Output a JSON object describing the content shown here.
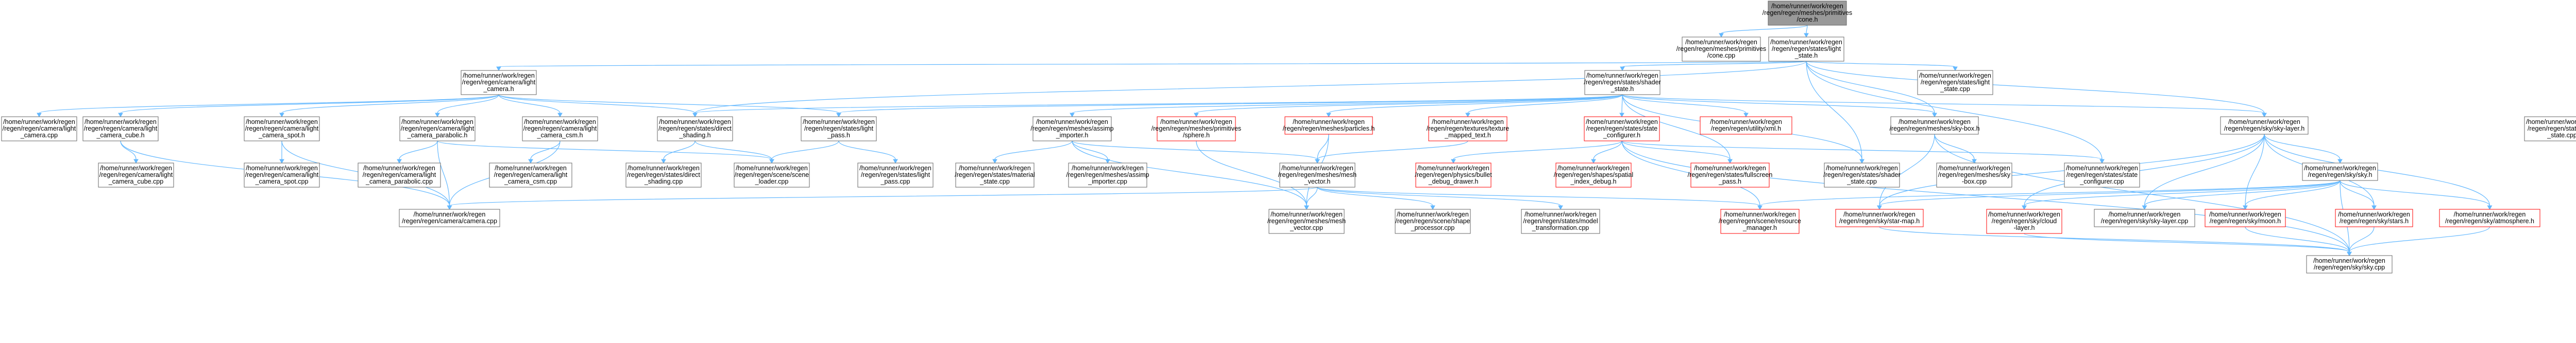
{
  "colors": {
    "root_fill": "#999999",
    "root_stroke": "#666666",
    "normal_fill": "#ffffff",
    "normal_stroke": "#666666",
    "external_stroke": "#ff0000",
    "edge": "#63b8ff",
    "text": "#000000"
  },
  "nodes": [
    {
      "id": "primitives-cone-h",
      "lines": [
        "/home/runner/work/regen",
        "/regen/regen/meshes/primitives",
        "/cone.h"
      ],
      "kind": "root"
    },
    {
      "id": "primitives-cone-cpp",
      "lines": [
        "/home/runner/work/regen",
        "/regen/regen/meshes/primitives",
        "/cone.cpp"
      ],
      "kind": "normal"
    },
    {
      "id": "states-light-state-h",
      "lines": [
        "/home/runner/work/regen",
        "/regen/regen/states/light",
        "_state.h"
      ],
      "kind": "normal"
    },
    {
      "id": "camera-light-camera-h",
      "lines": [
        "/home/runner/work/regen",
        "/regen/regen/camera/light",
        "_camera.h"
      ],
      "kind": "normal"
    },
    {
      "id": "states-shader-state-h",
      "lines": [
        "/home/runner/work/regen",
        "/regen/regen/states/shader",
        "_state.h"
      ],
      "kind": "normal"
    },
    {
      "id": "light-state-cpp",
      "lines": [
        "/home/runner/work/regen",
        "/regen/regen/states/light",
        "_state.cpp"
      ],
      "kind": "normal"
    },
    {
      "id": "light-camera-cpp",
      "lines": [
        "/home/runner/work/regen",
        "/regen/regen/camera/light",
        "_camera.cpp"
      ],
      "kind": "normal"
    },
    {
      "id": "light-camera-cube-h",
      "lines": [
        "/home/runner/work/regen",
        "/regen/regen/camera/light",
        "_camera_cube.h"
      ],
      "kind": "normal"
    },
    {
      "id": "light-camera-spot-h",
      "lines": [
        "/home/runner/work/regen",
        "/regen/regen/camera/light",
        "_camera_spot.h"
      ],
      "kind": "normal"
    },
    {
      "id": "light-camera-parabolic-h",
      "lines": [
        "/home/runner/work/regen",
        "/regen/regen/camera/light",
        "_camera_parabolic.h"
      ],
      "kind": "normal"
    },
    {
      "id": "light-camera-csm-h",
      "lines": [
        "/home/runner/work/regen",
        "/regen/regen/camera/light",
        "_camera_csm.h"
      ],
      "kind": "normal"
    },
    {
      "id": "direct-shading-h",
      "lines": [
        "/home/runner/work/regen",
        "/regen/regen/states/direct",
        "_shading.h"
      ],
      "kind": "normal"
    },
    {
      "id": "light-pass-h",
      "lines": [
        "/home/runner/work/regen",
        "/regen/regen/states/light",
        "_pass.h"
      ],
      "kind": "normal"
    },
    {
      "id": "assimp-importer-h",
      "lines": [
        "/home/runner/work/regen",
        "/regen/regen/meshes/assimp",
        "_importer.h"
      ],
      "kind": "normal"
    },
    {
      "id": "primitives-sphere-h",
      "lines": [
        "/home/runner/work/regen",
        "/regen/regen/meshes/primitives",
        "/sphere.h"
      ],
      "kind": "external"
    },
    {
      "id": "particles-h",
      "lines": [
        "/home/runner/work/regen",
        "/regen/regen/meshes/particles.h"
      ],
      "kind": "external"
    },
    {
      "id": "texture-mapped-text-h",
      "lines": [
        "/home/runner/work/regen",
        "/regen/regen/textures/texture",
        "_mapped_text.h"
      ],
      "kind": "external"
    },
    {
      "id": "state-configurer-h",
      "lines": [
        "/home/runner/work/regen",
        "/regen/regen/states/state",
        "_configurer.h"
      ],
      "kind": "external"
    },
    {
      "id": "xml-h",
      "lines": [
        "/home/runner/work/regen",
        "/regen/regen/utility/xml.h"
      ],
      "kind": "external"
    },
    {
      "id": "sky-box-h",
      "lines": [
        "/home/runner/work/regen",
        "/regen/regen/meshes/sky-box.h"
      ],
      "kind": "normal"
    },
    {
      "id": "sky-layer-h",
      "lines": [
        "/home/runner/work/regen",
        "/regen/regen/sky/sky-layer.h"
      ],
      "kind": "normal"
    },
    {
      "id": "light-state-cpp-right",
      "lines": [
        "/home/runner/work/regen",
        "/regen/regen/states/light",
        "_state.cpp"
      ],
      "kind": "normal"
    },
    {
      "id": "light-camera-cube-cpp",
      "lines": [
        "/home/runner/work/regen",
        "/regen/regen/camera/light",
        "_camera_cube.cpp"
      ],
      "kind": "normal"
    },
    {
      "id": "light-camera-spot-cpp",
      "lines": [
        "/home/runner/work/regen",
        "/regen/regen/camera/light",
        "_camera_spot.cpp"
      ],
      "kind": "normal"
    },
    {
      "id": "light-camera-parabolic-cpp",
      "lines": [
        "/home/runner/work/regen",
        "/regen/regen/camera/light",
        "_camera_parabolic.cpp"
      ],
      "kind": "normal"
    },
    {
      "id": "light-camera-csm-cpp",
      "lines": [
        "/home/runner/work/regen",
        "/regen/regen/camera/light",
        "_camera_csm.cpp"
      ],
      "kind": "normal"
    },
    {
      "id": "direct-shading-cpp",
      "lines": [
        "/home/runner/work/regen",
        "/regen/regen/states/direct",
        "_shading.cpp"
      ],
      "kind": "normal"
    },
    {
      "id": "scene-loader-cpp",
      "lines": [
        "/home/runner/work/regen",
        "/regen/regen/scene/scene",
        "_loader.cpp"
      ],
      "kind": "normal"
    },
    {
      "id": "light-pass-cpp",
      "lines": [
        "/home/runner/work/regen",
        "/regen/regen/states/light",
        "_pass.cpp"
      ],
      "kind": "normal"
    },
    {
      "id": "material-state-cpp",
      "lines": [
        "/home/runner/work/regen",
        "/regen/regen/states/material",
        "_state.cpp"
      ],
      "kind": "normal"
    },
    {
      "id": "assimp-importer-cpp",
      "lines": [
        "/home/runner/work/regen",
        "/regen/regen/meshes/assimp",
        "_importer.cpp"
      ],
      "kind": "normal"
    },
    {
      "id": "mesh-vector-h",
      "lines": [
        "/home/runner/work/regen",
        "/regen/regen/meshes/mesh",
        "_vector.h"
      ],
      "kind": "normal"
    },
    {
      "id": "bullet-debug-drawer-h",
      "lines": [
        "/home/runner/work/regen",
        "/regen/regen/physics/bullet",
        "_debug_drawer.h"
      ],
      "kind": "external"
    },
    {
      "id": "spatial-index-debug-h",
      "lines": [
        "/home/runner/work/regen",
        "/regen/regen/shapes/spatial",
        "_index_debug.h"
      ],
      "kind": "external"
    },
    {
      "id": "fullscreen-pass-h",
      "lines": [
        "/home/runner/work/regen",
        "/regen/regen/states/fullscreen",
        "_pass.h"
      ],
      "kind": "external"
    },
    {
      "id": "shader-state-cpp",
      "lines": [
        "/home/runner/work/regen",
        "/regen/regen/states/shader",
        "_state.cpp"
      ],
      "kind": "normal"
    },
    {
      "id": "sky-box-cpp",
      "lines": [
        "/home/runner/work/regen",
        "/regen/regen/meshes/sky",
        "-box.cpp"
      ],
      "kind": "normal"
    },
    {
      "id": "state-configurer-cpp",
      "lines": [
        "/home/runner/work/regen",
        "/regen/regen/states/state",
        "_configurer.cpp"
      ],
      "kind": "normal"
    },
    {
      "id": "sky-sky-h",
      "lines": [
        "/home/runner/work/regen",
        "/regen/regen/sky/sky.h"
      ],
      "kind": "normal"
    },
    {
      "id": "camera-cpp",
      "lines": [
        "/home/runner/work/regen",
        "/regen/regen/camera/camera.cpp"
      ],
      "kind": "normal"
    },
    {
      "id": "mesh-vector-cpp",
      "lines": [
        "/home/runner/work/regen",
        "/regen/regen/meshes/mesh",
        "_vector.cpp"
      ],
      "kind": "normal"
    },
    {
      "id": "shape-processor-cpp",
      "lines": [
        "/home/runner/work/regen",
        "/regen/regen/scene/shape",
        "_processor.cpp"
      ],
      "kind": "normal"
    },
    {
      "id": "model-transformation-cpp",
      "lines": [
        "/home/runner/work/regen",
        "/regen/regen/states/model",
        "_transformation.cpp"
      ],
      "kind": "normal"
    },
    {
      "id": "resource-manager-h",
      "lines": [
        "/home/runner/work/regen",
        "/regen/regen/scene/resource",
        "_manager.h"
      ],
      "kind": "external"
    },
    {
      "id": "star-map-h",
      "lines": [
        "/home/runner/work/regen",
        "/regen/regen/sky/star-map.h"
      ],
      "kind": "external"
    },
    {
      "id": "cloud-layer-h",
      "lines": [
        "/home/runner/work/regen",
        "/regen/regen/sky/cloud",
        "-layer.h"
      ],
      "kind": "external"
    },
    {
      "id": "sky-layer-cpp",
      "lines": [
        "/home/runner/work/regen",
        "/regen/regen/sky/sky-layer.cpp"
      ],
      "kind": "normal"
    },
    {
      "id": "moon-h",
      "lines": [
        "/home/runner/work/regen",
        "/regen/regen/sky/moon.h"
      ],
      "kind": "external"
    },
    {
      "id": "stars-h",
      "lines": [
        "/home/runner/work/regen",
        "/regen/regen/sky/stars.h"
      ],
      "kind": "external"
    },
    {
      "id": "atmosphere-h",
      "lines": [
        "/home/runner/work/regen",
        "/regen/regen/sky/atmosphere.h"
      ],
      "kind": "external"
    },
    {
      "id": "sky-cpp",
      "lines": [
        "/home/runner/work/regen",
        "/regen/regen/sky/sky.cpp"
      ],
      "kind": "normal"
    }
  ],
  "edges": [
    [
      "primitives-cone-h",
      "primitives-cone-cpp"
    ],
    [
      "primitives-cone-h",
      "states-light-state-h"
    ],
    [
      "states-light-state-h",
      "camera-light-camera-h"
    ],
    [
      "states-light-state-h",
      "states-shader-state-h"
    ],
    [
      "states-light-state-h",
      "light-state-cpp"
    ],
    [
      "states-light-state-h",
      "direct-shading-h"
    ],
    [
      "states-light-state-h",
      "sky-box-h"
    ],
    [
      "states-light-state-h",
      "sky-layer-h"
    ],
    [
      "states-light-state-h",
      "shader-state-cpp"
    ],
    [
      "states-light-state-h",
      "state-configurer-cpp"
    ],
    [
      "camera-light-camera-h",
      "light-camera-cpp"
    ],
    [
      "camera-light-camera-h",
      "light-camera-cube-h"
    ],
    [
      "camera-light-camera-h",
      "light-camera-spot-h"
    ],
    [
      "camera-light-camera-h",
      "light-camera-parabolic-h"
    ],
    [
      "camera-light-camera-h",
      "light-camera-csm-h"
    ],
    [
      "camera-light-camera-h",
      "direct-shading-h"
    ],
    [
      "camera-light-camera-h",
      "light-pass-h"
    ],
    [
      "states-shader-state-h",
      "direct-shading-h"
    ],
    [
      "states-shader-state-h",
      "light-pass-h"
    ],
    [
      "states-shader-state-h",
      "assimp-importer-h"
    ],
    [
      "states-shader-state-h",
      "primitives-sphere-h"
    ],
    [
      "states-shader-state-h",
      "particles-h"
    ],
    [
      "states-shader-state-h",
      "texture-mapped-text-h"
    ],
    [
      "states-shader-state-h",
      "state-configurer-h"
    ],
    [
      "states-shader-state-h",
      "xml-h"
    ],
    [
      "states-shader-state-h",
      "sky-box-h"
    ],
    [
      "states-shader-state-h",
      "sky-layer-h"
    ],
    [
      "states-shader-state-h",
      "shader-state-cpp"
    ],
    [
      "states-shader-state-h",
      "fullscreen-pass-h"
    ],
    [
      "light-camera-cube-h",
      "light-camera-cube-cpp"
    ],
    [
      "light-camera-cube-h",
      "camera-cpp"
    ],
    [
      "light-camera-spot-h",
      "light-camera-spot-cpp"
    ],
    [
      "light-camera-spot-h",
      "camera-cpp"
    ],
    [
      "light-camera-parabolic-h",
      "light-camera-parabolic-cpp"
    ],
    [
      "light-camera-parabolic-h",
      "camera-cpp"
    ],
    [
      "light-camera-parabolic-h",
      "scene-loader-cpp"
    ],
    [
      "light-camera-csm-h",
      "light-camera-csm-cpp"
    ],
    [
      "light-camera-csm-h",
      "camera-cpp"
    ],
    [
      "direct-shading-h",
      "direct-shading-cpp"
    ],
    [
      "direct-shading-h",
      "scene-loader-cpp"
    ],
    [
      "light-pass-h",
      "light-pass-cpp"
    ],
    [
      "light-pass-h",
      "scene-loader-cpp"
    ],
    [
      "assimp-importer-h",
      "material-state-cpp"
    ],
    [
      "assimp-importer-h",
      "assimp-importer-cpp"
    ],
    [
      "assimp-importer-h",
      "mesh-vector-cpp"
    ],
    [
      "assimp-importer-h",
      "mesh-vector-h"
    ],
    [
      "primitives-sphere-h",
      "mesh-vector-cpp"
    ],
    [
      "particles-h",
      "mesh-vector-cpp"
    ],
    [
      "particles-h",
      "mesh-vector-h"
    ],
    [
      "texture-mapped-text-h",
      "mesh-vector-h"
    ],
    [
      "state-configurer-h",
      "bullet-debug-drawer-h"
    ],
    [
      "state-configurer-h",
      "spatial-index-debug-h"
    ],
    [
      "state-configurer-h",
      "fullscreen-pass-h"
    ],
    [
      "state-configurer-h",
      "state-configurer-cpp"
    ],
    [
      "state-configurer-h",
      "resource-manager-h"
    ],
    [
      "state-configurer-h",
      "sky-cpp"
    ],
    [
      "mesh-vector-h",
      "camera-cpp"
    ],
    [
      "mesh-vector-h",
      "mesh-vector-cpp"
    ],
    [
      "mesh-vector-h",
      "shape-processor-cpp"
    ],
    [
      "mesh-vector-h",
      "model-transformation-cpp"
    ],
    [
      "mesh-vector-h",
      "resource-manager-h"
    ],
    [
      "sky-box-h",
      "sky-box-cpp"
    ],
    [
      "sky-box-h",
      "star-map-h"
    ],
    [
      "sky-box-h",
      "sky-cpp"
    ],
    [
      "sky-layer-h",
      "sky-sky-h"
    ],
    [
      "sky-layer-h",
      "star-map-h"
    ],
    [
      "sky-layer-h",
      "cloud-layer-h"
    ],
    [
      "sky-layer-h",
      "sky-layer-cpp"
    ],
    [
      "sky-layer-h",
      "moon-h"
    ],
    [
      "sky-layer-h",
      "stars-h"
    ],
    [
      "sky-layer-h",
      "atmosphere-h"
    ],
    [
      "sky-sky-h",
      "resource-manager-h"
    ],
    [
      "sky-sky-h",
      "star-map-h"
    ],
    [
      "sky-sky-h",
      "cloud-layer-h"
    ],
    [
      "sky-sky-h",
      "sky-layer-cpp"
    ],
    [
      "sky-sky-h",
      "moon-h"
    ],
    [
      "sky-sky-h",
      "stars-h"
    ],
    [
      "sky-sky-h",
      "atmosphere-h"
    ],
    [
      "sky-sky-h",
      "sky-cpp"
    ],
    [
      "star-map-h",
      "sky-cpp"
    ],
    [
      "cloud-layer-h",
      "sky-cpp"
    ],
    [
      "moon-h",
      "sky-cpp"
    ],
    [
      "stars-h",
      "sky-cpp"
    ],
    [
      "atmosphere-h",
      "sky-cpp"
    ]
  ]
}
